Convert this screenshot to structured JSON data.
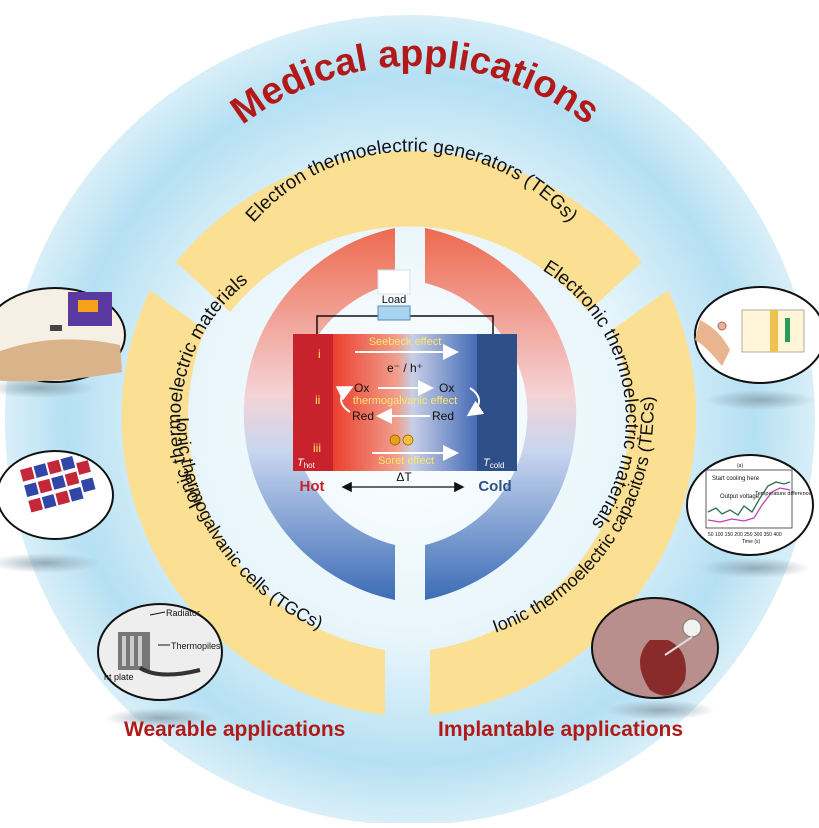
{
  "title": "Medical applications",
  "rings": {
    "electron_tegs": "Electron thermoelectric generators (TEGs)",
    "ionic_tgcs": "Ionic thermogalvanic cells (TGCs)",
    "ionic_tecs": "Ionic thermoelectric capacitors (TECs)",
    "ionic_materials": "Ionic thermoelectric materials",
    "electronic_materials": "Electronic thermoelectric materials"
  },
  "center": {
    "load": "Load",
    "row_i": "i",
    "row_ii": "ii",
    "row_iii": "iii",
    "seebeck_effect": "Seebeck effect",
    "carriers": "e⁻ / h⁺",
    "ox_left": "Ox",
    "ox_right": "Ox",
    "red_left": "Red",
    "red_right": "Red",
    "thermogalvanic_effect": "thermogalvanic effect",
    "soret_effect": "Soret effect",
    "t_hot": "T",
    "t_hot_sub": "hot",
    "t_cold": "T",
    "t_cold_sub": "cold",
    "hot": "Hot",
    "cold": "Cold",
    "delta_t": "ΔT"
  },
  "insets": {
    "plot_label": "Start cooling here",
    "plot_output": "Output voltage",
    "plot_temp": "Temperature difference",
    "plot_xaxis": "50 100 150 200 250 300 350 400",
    "plot_time": "Time (s)",
    "plot_panel": "(a)",
    "radiator": "Radiator",
    "thermopiles": "Thermopiles",
    "hot_plate": "nt plate"
  },
  "bottom": {
    "wearable": "Wearable applications",
    "implantable": "Implantable applications"
  },
  "colors": {
    "title_red": "#b21a1a",
    "sky_blue": "#bfe6f6",
    "ring_yellow": "#fbdf93",
    "hot_red": "#e8503a",
    "cold_blue": "#2c5aa8"
  }
}
